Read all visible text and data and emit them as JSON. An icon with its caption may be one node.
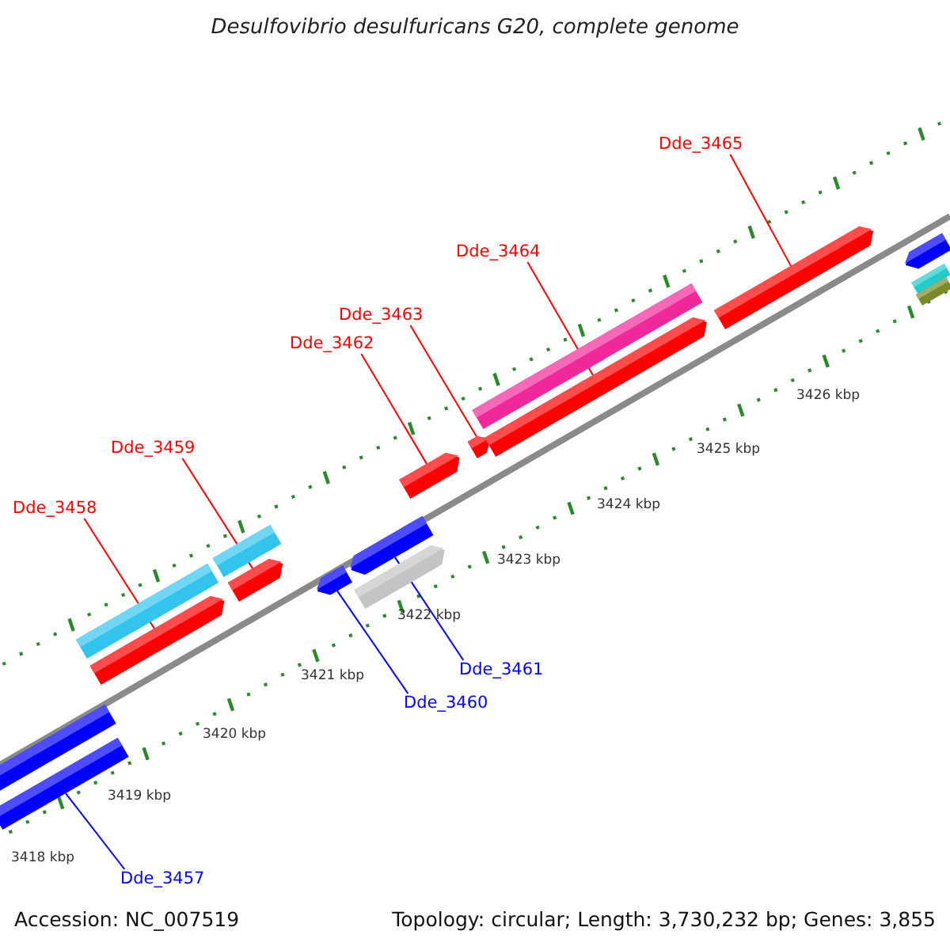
{
  "diagram": {
    "title": "Desulfovibrio desulfuricans G20, complete genome",
    "nodes": [
      {
        "text": [
          "Dde_3465"
        ]
      },
      {
        "text": [
          "Dde_3464"
        ]
      },
      {
        "text": [
          "Dde_3463"
        ]
      },
      {
        "text": [
          "Dde_3462"
        ]
      },
      {
        "text": [
          "Dde_3459"
        ]
      },
      {
        "text": [
          "Dde_3458"
        ]
      },
      {
        "text": [
          "Dde_3461"
        ]
      },
      {
        "text": [
          "Dde_3460"
        ]
      },
      {
        "text": [
          "Dde_3457"
        ]
      },
      {
        "text": [],
        "shape": "bar"
      },
      {
        "text": [],
        "shape": "bar"
      },
      {
        "text": [],
        "shape": "bar"
      },
      {
        "text": [],
        "shape": "bar"
      },
      {
        "text": [],
        "shape": "bar"
      },
      {
        "text": [],
        "shape": "bar"
      },
      {
        "text": [],
        "shape": "bar"
      },
      {
        "text": [],
        "shape": "bar"
      },
      {
        "text": [],
        "shape": "bar"
      },
      {
        "text": [],
        "shape": "bar"
      },
      {
        "text": [],
        "shape": "bar"
      },
      {
        "text": [],
        "shape": "bar"
      },
      {
        "text": [],
        "shape": "bar"
      },
      {
        "text": [],
        "shape": "bar"
      },
      {
        "text": [],
        "shape": "bar"
      },
      {
        "text": [],
        "shape": "bar"
      },
      {
        "text": [],
        "shape": "bar"
      }
    ],
    "edges": [
      {
        "from": 0,
        "to": 22,
        "arrow": "none"
      },
      {
        "from": 1,
        "to": 21,
        "arrow": "none"
      },
      {
        "from": 2,
        "to": 19,
        "arrow": "none"
      },
      {
        "from": 3,
        "to": 18,
        "arrow": "none"
      },
      {
        "from": 4,
        "to": 14,
        "arrow": "none"
      },
      {
        "from": 5,
        "to": 12,
        "arrow": "none"
      },
      {
        "from": 6,
        "to": 16,
        "arrow": "none",
        "color": "#0000ff"
      },
      {
        "from": 7,
        "to": 15,
        "arrow": "none",
        "color": "#0000ff"
      },
      {
        "from": 8,
        "to": 10,
        "arrow": "none",
        "color": "#0000ff"
      }
    ],
    "labels": [
      "3426 kbp",
      "3425 kbp",
      "3424 kbp",
      "3423 kbp",
      "3422 kbp",
      "3421 kbp",
      "3420 kbp",
      "3419 kbp",
      "3418 kbp",
      "Accession: NC_007519",
      "Topology: circular; Length: 3,730,232 bp; Genes: 3,855"
    ]
  }
}
